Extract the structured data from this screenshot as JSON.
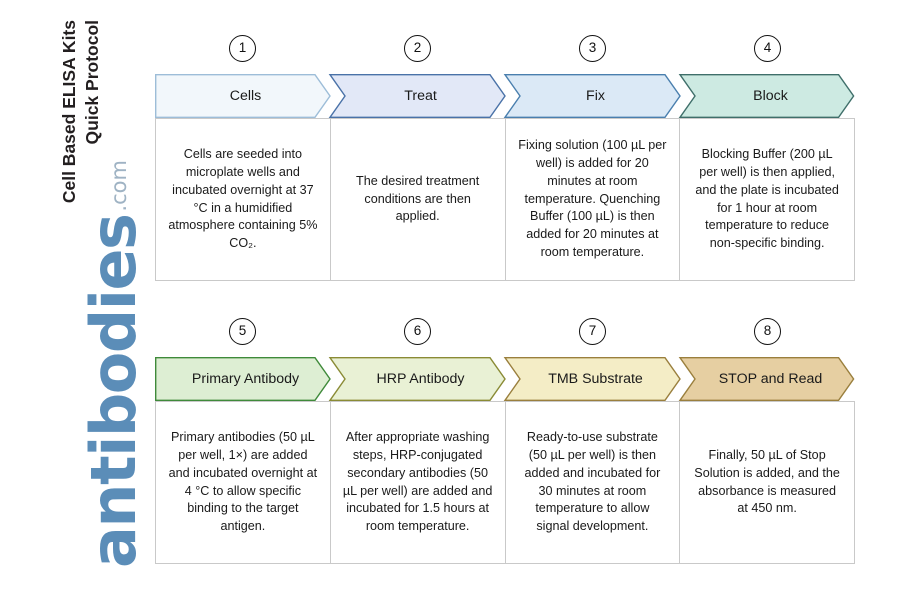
{
  "title": {
    "line1": "Cell Based ELISA Kits",
    "line2": "Quick Protocol"
  },
  "logo": {
    "word": "antibodies",
    "tld": ".com",
    "word_color": "#5b8db8",
    "tld_color": "#9fb3c4"
  },
  "rows": [
    {
      "steps": [
        {
          "number": "1",
          "label": "Cells",
          "body": "Cells are seeded into microplate wells and incubated overnight at 37 °C in a humidified atmosphere containing 5% CO₂.",
          "fill": "#f2f7fb",
          "stroke": "#9dbdd8"
        },
        {
          "number": "2",
          "label": "Treat",
          "body": "The desired treatment conditions are then applied.",
          "fill": "#e2e8f7",
          "stroke": "#4a72a8"
        },
        {
          "number": "3",
          "label": "Fix",
          "body": "Fixing solution (100 µL per well) is added for 20 minutes at room temperature. Quenching Buffer (100 µL) is then added for 20 minutes at room temperature.",
          "fill": "#dbe9f6",
          "stroke": "#4a7fae"
        },
        {
          "number": "4",
          "label": "Block",
          "body": "Blocking Buffer (200 µL per well) is then applied, and the plate is incubated for 1 hour at room temperature to reduce non-specific binding.",
          "fill": "#cdeae2",
          "stroke": "#3f6f6a"
        }
      ]
    },
    {
      "steps": [
        {
          "number": "5",
          "label": "Primary Antibody",
          "body": "Primary antibodies (50 µL per well, 1×) are added and incubated overnight at 4 °C to allow specific binding to the target antigen.",
          "fill": "#ddeed3",
          "stroke": "#3f8a3a"
        },
        {
          "number": "6",
          "label": "HRP Antibody",
          "body": "After appropriate washing steps, HRP-conjugated secondary antibodies (50 µL per well) are added and incubated for 1.5 hours at room temperature.",
          "fill": "#e9f1d5",
          "stroke": "#8a8b35"
        },
        {
          "number": "7",
          "label": "TMB Substrate",
          "body": "Ready-to-use substrate (50 µL per well) is then added and incubated for 30 minutes at room temperature to allow signal development.",
          "fill": "#f4edc6",
          "stroke": "#9a7f3d"
        },
        {
          "number": "8",
          "label": "STOP and Read",
          "body": "Finally, 50 µL of Stop Solution is added, and the absorbance is measured at 450 nm.",
          "fill": "#e6cfa2",
          "stroke": "#9a7f3d"
        }
      ]
    }
  ]
}
